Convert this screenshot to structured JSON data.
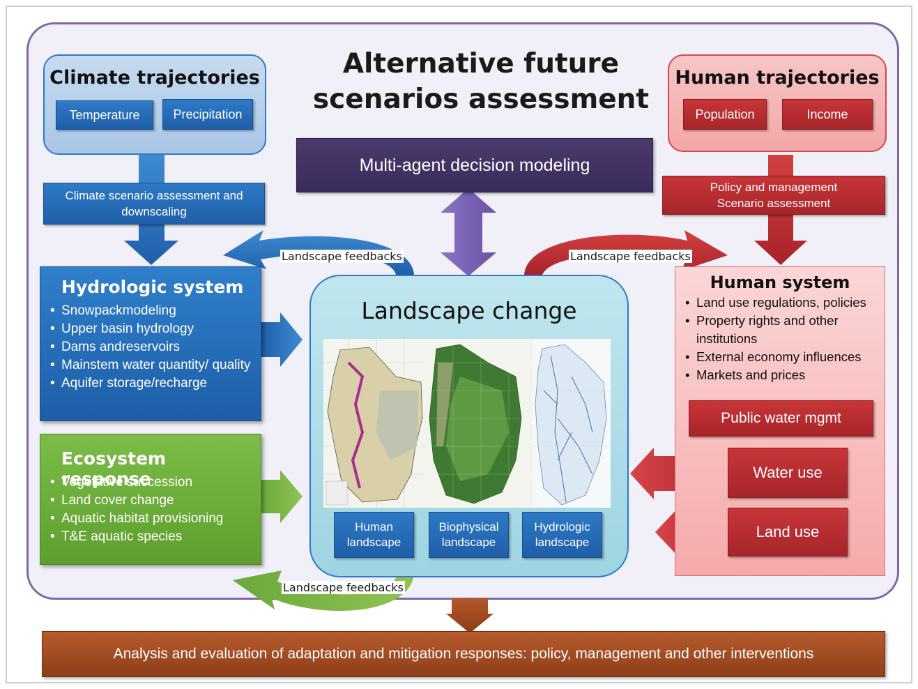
{
  "title": {
    "line1": "Alternative future",
    "line2": "scenarios assessment"
  },
  "climate": {
    "title": "Climate trajectories",
    "chips": [
      "Temperature",
      "Precipitation"
    ],
    "assessment": "Climate scenario assessment and downscaling"
  },
  "human_trajectories": {
    "title": "Human trajectories",
    "chips": [
      "Population",
      "Income"
    ],
    "assessment": "Policy and management Scenario assessment"
  },
  "multi_agent": "Multi-agent decision modeling",
  "hydrologic": {
    "title": "Hydrologic system",
    "items": [
      "Snowpackmodeling",
      "Upper basin hydrology",
      "Dams andreservoirs",
      "Mainstem water quantity/ quality",
      "Aquifer storage/recharge"
    ]
  },
  "ecosystem": {
    "title": "Ecosystem response",
    "items": [
      "Vegetative succession",
      "Land cover change",
      "Aquatic habitat provisioning",
      "T&E aquatic species"
    ]
  },
  "landscape": {
    "title": "Landscape change",
    "panels": [
      "Human landscape",
      "Biophysical landscape",
      "Hydrologic landscape"
    ]
  },
  "human_system": {
    "title": "Human system",
    "items": [
      "Land use regulations, policies",
      "Property rights and other institutions",
      "External economy influences",
      "Markets and prices"
    ],
    "public_water": "Public water mgmt",
    "water_use": "Water use",
    "land_use": "Land use"
  },
  "feedbacks": {
    "left_top": "Landscape feedbacks",
    "right_top": "Landscape feedbacks",
    "bottom": "Landscape feedbacks"
  },
  "analysis": "Analysis and evaluation of adaptation and mitigation responses: policy, management and other interventions"
}
